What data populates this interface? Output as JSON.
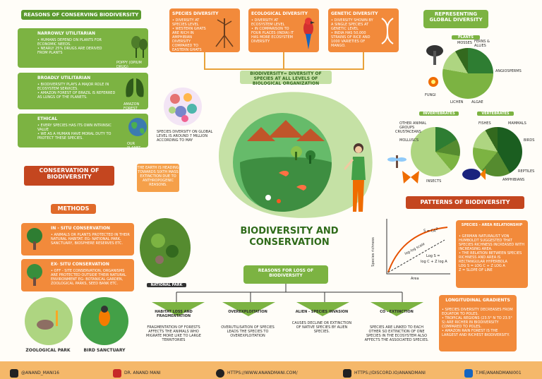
{
  "reasons": {
    "title": "REASONS OF CONSERVING BIODIVERSITY",
    "narrow_title": "NARROWLY UTILITARIAN",
    "narrow_text": "• HUMANS DEPEND ON PLANTS FOR ECONOMIC NEEDS.\n• NEARLY 25% DRUGS ARE DERIVED FROM PLANTS",
    "narrow_caption": "POPPY (OPIUM DRUG)",
    "broad_title": "BROADLY UTILITARIAN",
    "broad_text": "• BIODIVERSITY PLAYS A MAJOR ROLE IN ECOSYSTEM SERVICES.\n• AMAZON FOREST OF BRAZIL IS REFERRED AS LUNGS OF THE PLANETS.",
    "broad_caption": "AMAZON FOREST",
    "ethical_title": "ETHICAL",
    "ethical_text": "• EVERY SPECIES HAS ITS OWN INTRINSIC VALUE\n• WE AS A HUMAN HAVE MORAL DUTY TO PROTECT THESE SPECIES.",
    "ethical_caption": "OUR PLANET"
  },
  "levels": {
    "species_title": "SPECIES DIVERSITY",
    "species_text": "• DIVERSITY AT SPECIES LEVEL\n• WESTERN GHATS ARE RICH IN AMPHIBIAN DIVERSITY COMPARED TO EASTERN GHATS",
    "ecological_title": "ECOLOGICAL DIVERSITY",
    "ecological_text": "• DIVERSITY AT ECOSYSTEM LEVEL\n• IN COMPARISON TO FOUR PLACES (INDIA) IT HAS MORE ECOSYSTEM DIVERSITY",
    "genetic_title": "GENETIC DIVERSITY",
    "genetic_text": "• DIVERSITY SHOWN BY A SINGLE SPECIES AT GENETIC LEVEL\n• INDIA HAS 50,000 STRAINS OF RICE AND 1000 VARIETIES OF MANGO.",
    "definition": "BIODIVERSITY= DIVERSITY OF SPECIES AT ALL LEVELS OF BIOLOGICAL ORGANIZATION"
  },
  "globe_caption": "SPECIES DIVERSITY ON GLOBAL LEVEL IS AROUND 7 MILLION ACCORDING TO MAY",
  "main_title_1": "BIODIVERSITY AND",
  "main_title_2": "CONSERVATION",
  "conservation": {
    "title": "CONSERVATION OF BIODIVERSITY",
    "note": "THE EARTH IS HEADING TOWARDS SIXTH MASS EXTINCTION DUE TO ANTHROPOGENIC REASONS.",
    "methods": "METHODS",
    "insitu_title": "IN - SITU CONSERVATION",
    "insitu_text": "• ANIMALS OR PLANTS PROTECTED IN THEIR NATURAL HABITAT. EG- NATIONAL PARK, SANCTUARY, BIOSPHERE RESERVES ETC.",
    "exsitu_title": "EX- SITU CONSERVATION",
    "exsitu_text": "• OFF - SITE CONSERVATION, ORGANISMS ARE PROTECTED OUTSIDE THEIR NATURAL ENVIRONMENT EG- BOTANICAL GARDEN, ZOOLOGICAL PARKS, SEED BANK ETC.",
    "national_park": "NATIONAL PARK",
    "zoo": "ZOOLOGICAL PARK",
    "sanctuary": "BIRD SANCTUARY"
  },
  "loss": {
    "title": "REASONS FOR LOSS OF BIODIVERSITY",
    "c1_title": "HABITAT LOSS AND FRAGMENTATION",
    "c1_text": "FRAGMENTATION OF FORESTS AFFECTS THE ANIMALS WHO MIGRATE MORE LIKE TO LARGE TERRITORIES",
    "c2_title": "OVEREXPLOITATION",
    "c2_text": "OVERUTILISATION OF SPECIES LEADS THE SPECIES TO OVEREXPLOITATION",
    "c3_title": "ALIEN - SPECIES INVASION",
    "c3_text": "CAUSES DECLINE OR EXTINCTION OF NATIVE SPECIES BY ALIEN SPECIES.",
    "c4_title": "CO - EXTINCTION",
    "c4_text": "SPECIES ARE LINKED TO EACH OTHER SO EXTINCTION OF ONE SPECIES IN THE ECOSYSTEM ALSO AFFECTS THE ASSOCIATED SPECIES."
  },
  "global": {
    "title": "REPRESENTING GLOBAL DIVERSITY",
    "plants": "PLANTS",
    "plants_labels": [
      "MOSSES",
      "FERNS & ALLIES",
      "ANGIOSPERMS",
      "LICHEN",
      "FUNGI",
      "ALGAE"
    ],
    "invertebrates": "INVERTEBRATES",
    "invert_labels": [
      "OTHER ANIMAL GROUPS",
      "CRUSTACEANS",
      "MOLLUSCS",
      "INSECTS"
    ],
    "vertebrates": "VERTEBRATES",
    "vert_labels": [
      "FISHES",
      "MAMMALS",
      "BIRDS",
      "REPTILES",
      "AMPHIBIANS"
    ]
  },
  "patterns": {
    "title": "PATTERNS OF BIODIVERSITY",
    "sar_title": "SPECIES - AREA RELATIONSHIP",
    "sar_text": "• GERMAN NATURALIST VON HUMBOLDT SUGGESTED THAT SPECIES RICHNESS INCREASED WITH INCREASING AREA.\n• THE RELATION BETWEEN SPECIES RICHNESS AND AREA IS RECTANGULAR HYPERBOLA\nLOG S = LOG C + Z LOG A\nZ = SLOPE OF LINE",
    "lat_title": "LONGITUDINAL GRADIENTS",
    "lat_text": "• SPECIES DIVERSITY DECREASES FROM EQUATOR TO POLES.\n• TROPICAL REGIONS (23.5° N TO 23.5° S) ARE RICHER IN BIODIVERSITY COMPARED TO POLES.\n• AMAZON RAIN FOREST IS THE LARGEST AND RICHEST BIODIVERSITY.",
    "eq1": "S = CA",
    "eq1_sup": "Z",
    "eq2": "Log S =",
    "eq3": "log C + Z log A",
    "curve": "log-log scale",
    "ylabel": "Species richness",
    "xlabel": "Area"
  },
  "footer": {
    "insta": "@ANAND_MANI16",
    "youtube": "DR. ANAND MANI",
    "web": "HTTPS://WWW.ANANDMANI.COM/",
    "discord": "HTTPS://DISCORD.IO/ANANDMANI",
    "telegram": "T.ME/ANANDMANI001"
  },
  "colors": {
    "green": "#5b9a2e",
    "orange": "#e06a2a",
    "light_green": "#7cb342"
  }
}
